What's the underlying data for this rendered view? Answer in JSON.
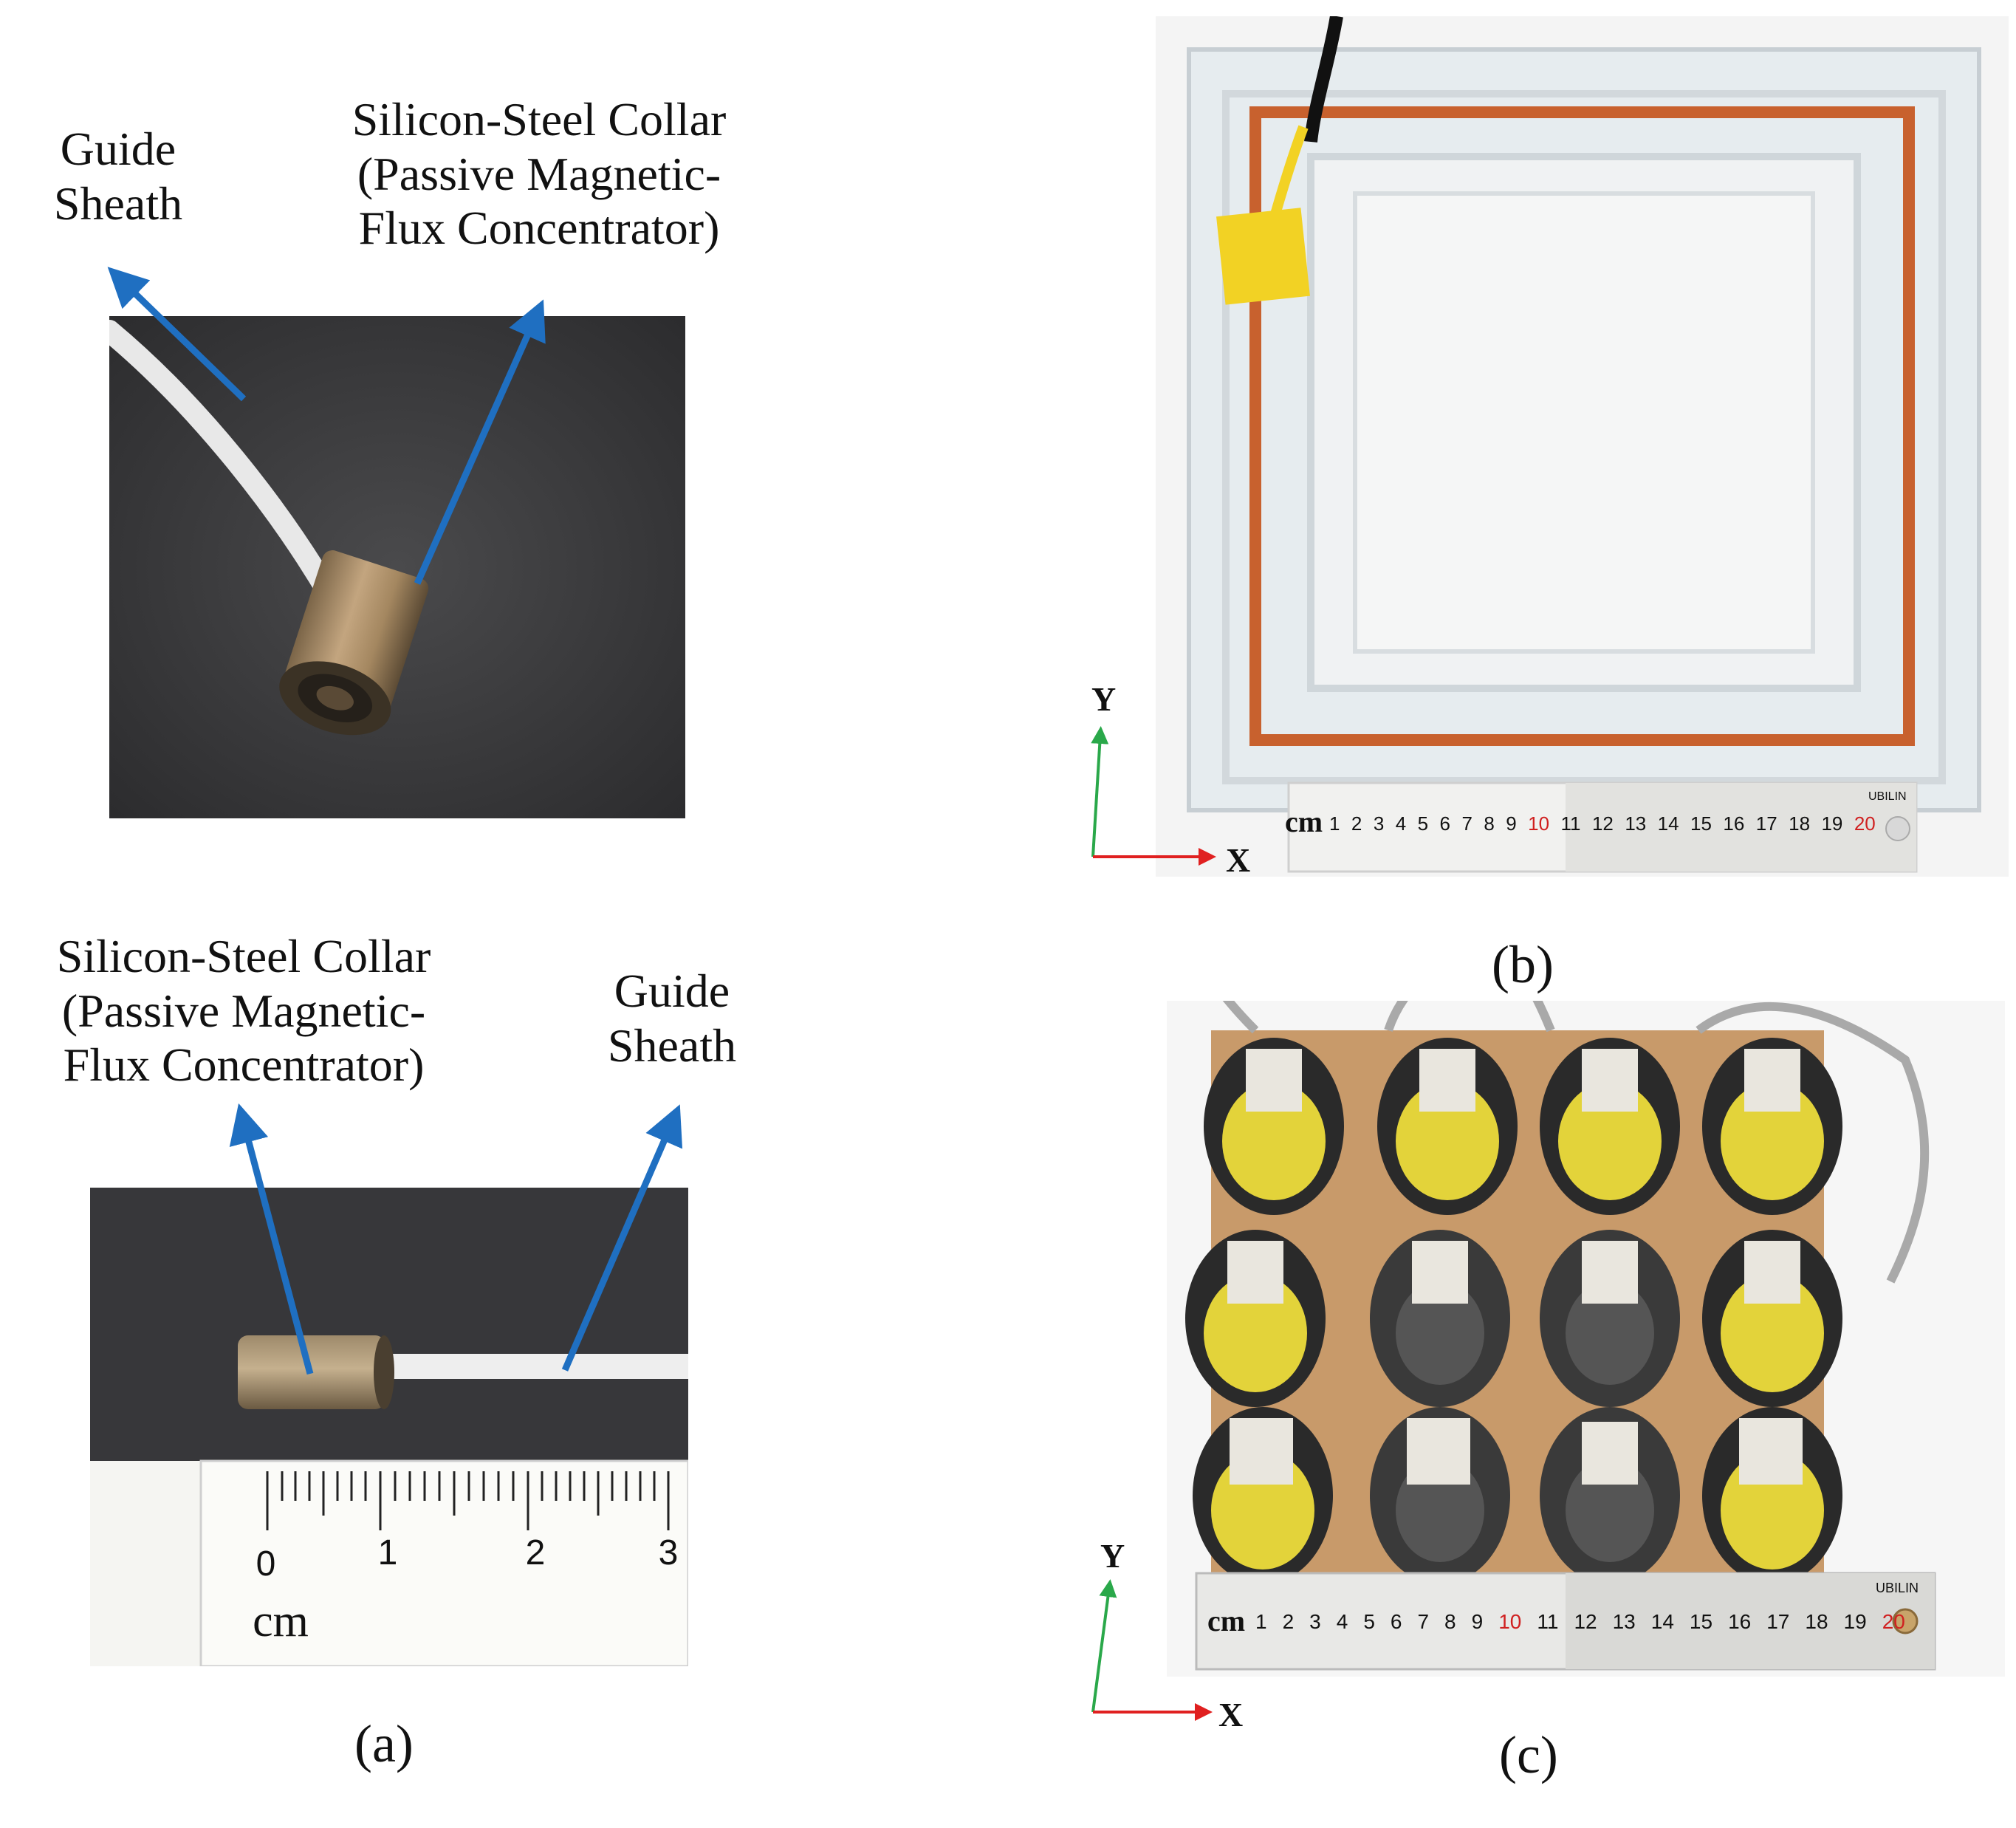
{
  "panel_a": {
    "top": {
      "guide_line1": "Guide",
      "guide_line2": "Sheath",
      "collar_line1": "Silicon-Steel Collar",
      "collar_line2": "(Passive Magnetic-",
      "collar_line3": "Flux Concentrator)"
    },
    "bottom": {
      "collar_line1": "Silicon-Steel Collar",
      "collar_line2": "(Passive Magnetic-",
      "collar_line3": "Flux Concentrator)",
      "guide_line1": "Guide",
      "guide_line2": "Sheath",
      "ruler_ticks": [
        "0",
        "1",
        "2",
        "3"
      ],
      "ruler_unit": "cm"
    },
    "caption": "(a)"
  },
  "panel_b": {
    "ruler_unit": "cm",
    "ruler_ticks": [
      "1",
      "2",
      "3",
      "4",
      "5",
      "6",
      "7",
      "8",
      "9",
      "10",
      "11",
      "12",
      "13",
      "14",
      "15",
      "16",
      "17",
      "18",
      "19",
      "20"
    ],
    "ruler_brand": "UBILIN",
    "axis_x": "X",
    "axis_y": "Y",
    "caption": "(b)"
  },
  "panel_c": {
    "ruler_unit": "cm",
    "ruler_ticks": [
      "1",
      "2",
      "3",
      "4",
      "5",
      "6",
      "7",
      "8",
      "9",
      "10",
      "11",
      "12",
      "13",
      "14",
      "15",
      "16",
      "17",
      "18",
      "19",
      "20"
    ],
    "ruler_brand": "UBILIN",
    "axis_x": "X",
    "axis_y": "Y",
    "caption": "(c)"
  },
  "colors": {
    "arrow_blue": "#1f6fc1",
    "axis_green": "#2aa84a",
    "axis_red": "#e02020",
    "copper": "#c8612e",
    "dark_bg": "#3a3a3c"
  }
}
